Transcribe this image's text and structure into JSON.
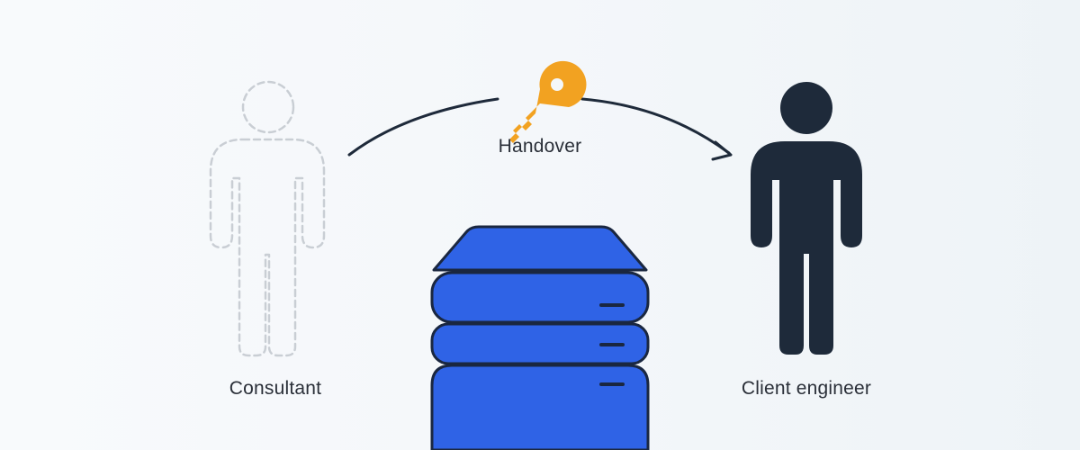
{
  "diagram": {
    "consultant_label": "Consultant",
    "client_label": "Client engineer",
    "handover_label": "Handover"
  },
  "icons": {
    "consultant": "person-dashed-outline-icon",
    "client": "person-solid-icon",
    "transfer": "key-icon",
    "resource": "server-stack-icon",
    "connector": "curved-arrow"
  },
  "colors": {
    "client_figure": "#1e2a3a",
    "consultant_outline": "#c9ced4",
    "key": "#f2a221",
    "server_fill": "#2f63e6",
    "server_stroke": "#1a2740",
    "arrow": "#1e2a3a",
    "text": "#2a2f38"
  }
}
